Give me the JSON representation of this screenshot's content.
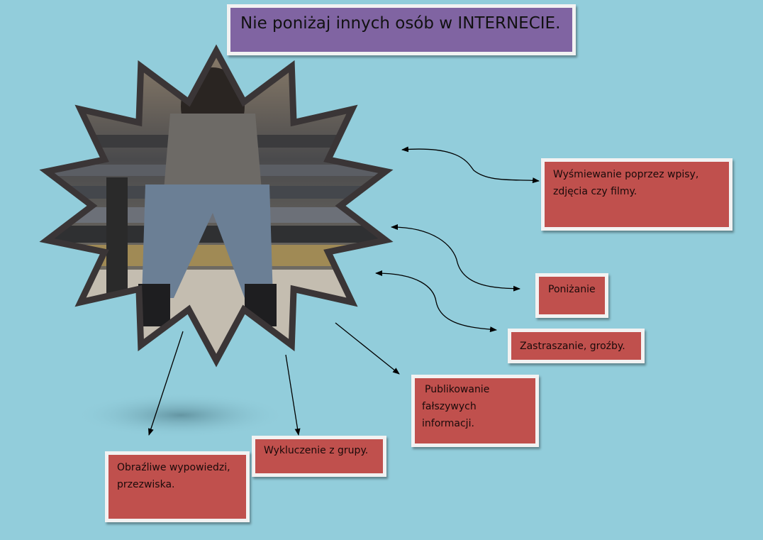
{
  "title": "Nie poniżaj innych osób w INTERNECIE.",
  "boxes": {
    "mocking": [
      "Wyśmiewanie poprzez wpisy,",
      "zdjęcia czy filmy."
    ],
    "humiliation": "Poniżanie",
    "threats": "Zastraszanie, groźby.",
    "false_info": [
      "Publikowanie",
      "fałszywych",
      "informacji."
    ],
    "exclusion": "Wykluczenie z grupy.",
    "insults": [
      "Obraźliwe wypowiedzi,",
      "przezwiska."
    ]
  },
  "colors": {
    "background": "#92CDDB",
    "title_fill": "#8064A2",
    "box_fill": "#C0504D",
    "box_border": "#F2F2F2"
  }
}
